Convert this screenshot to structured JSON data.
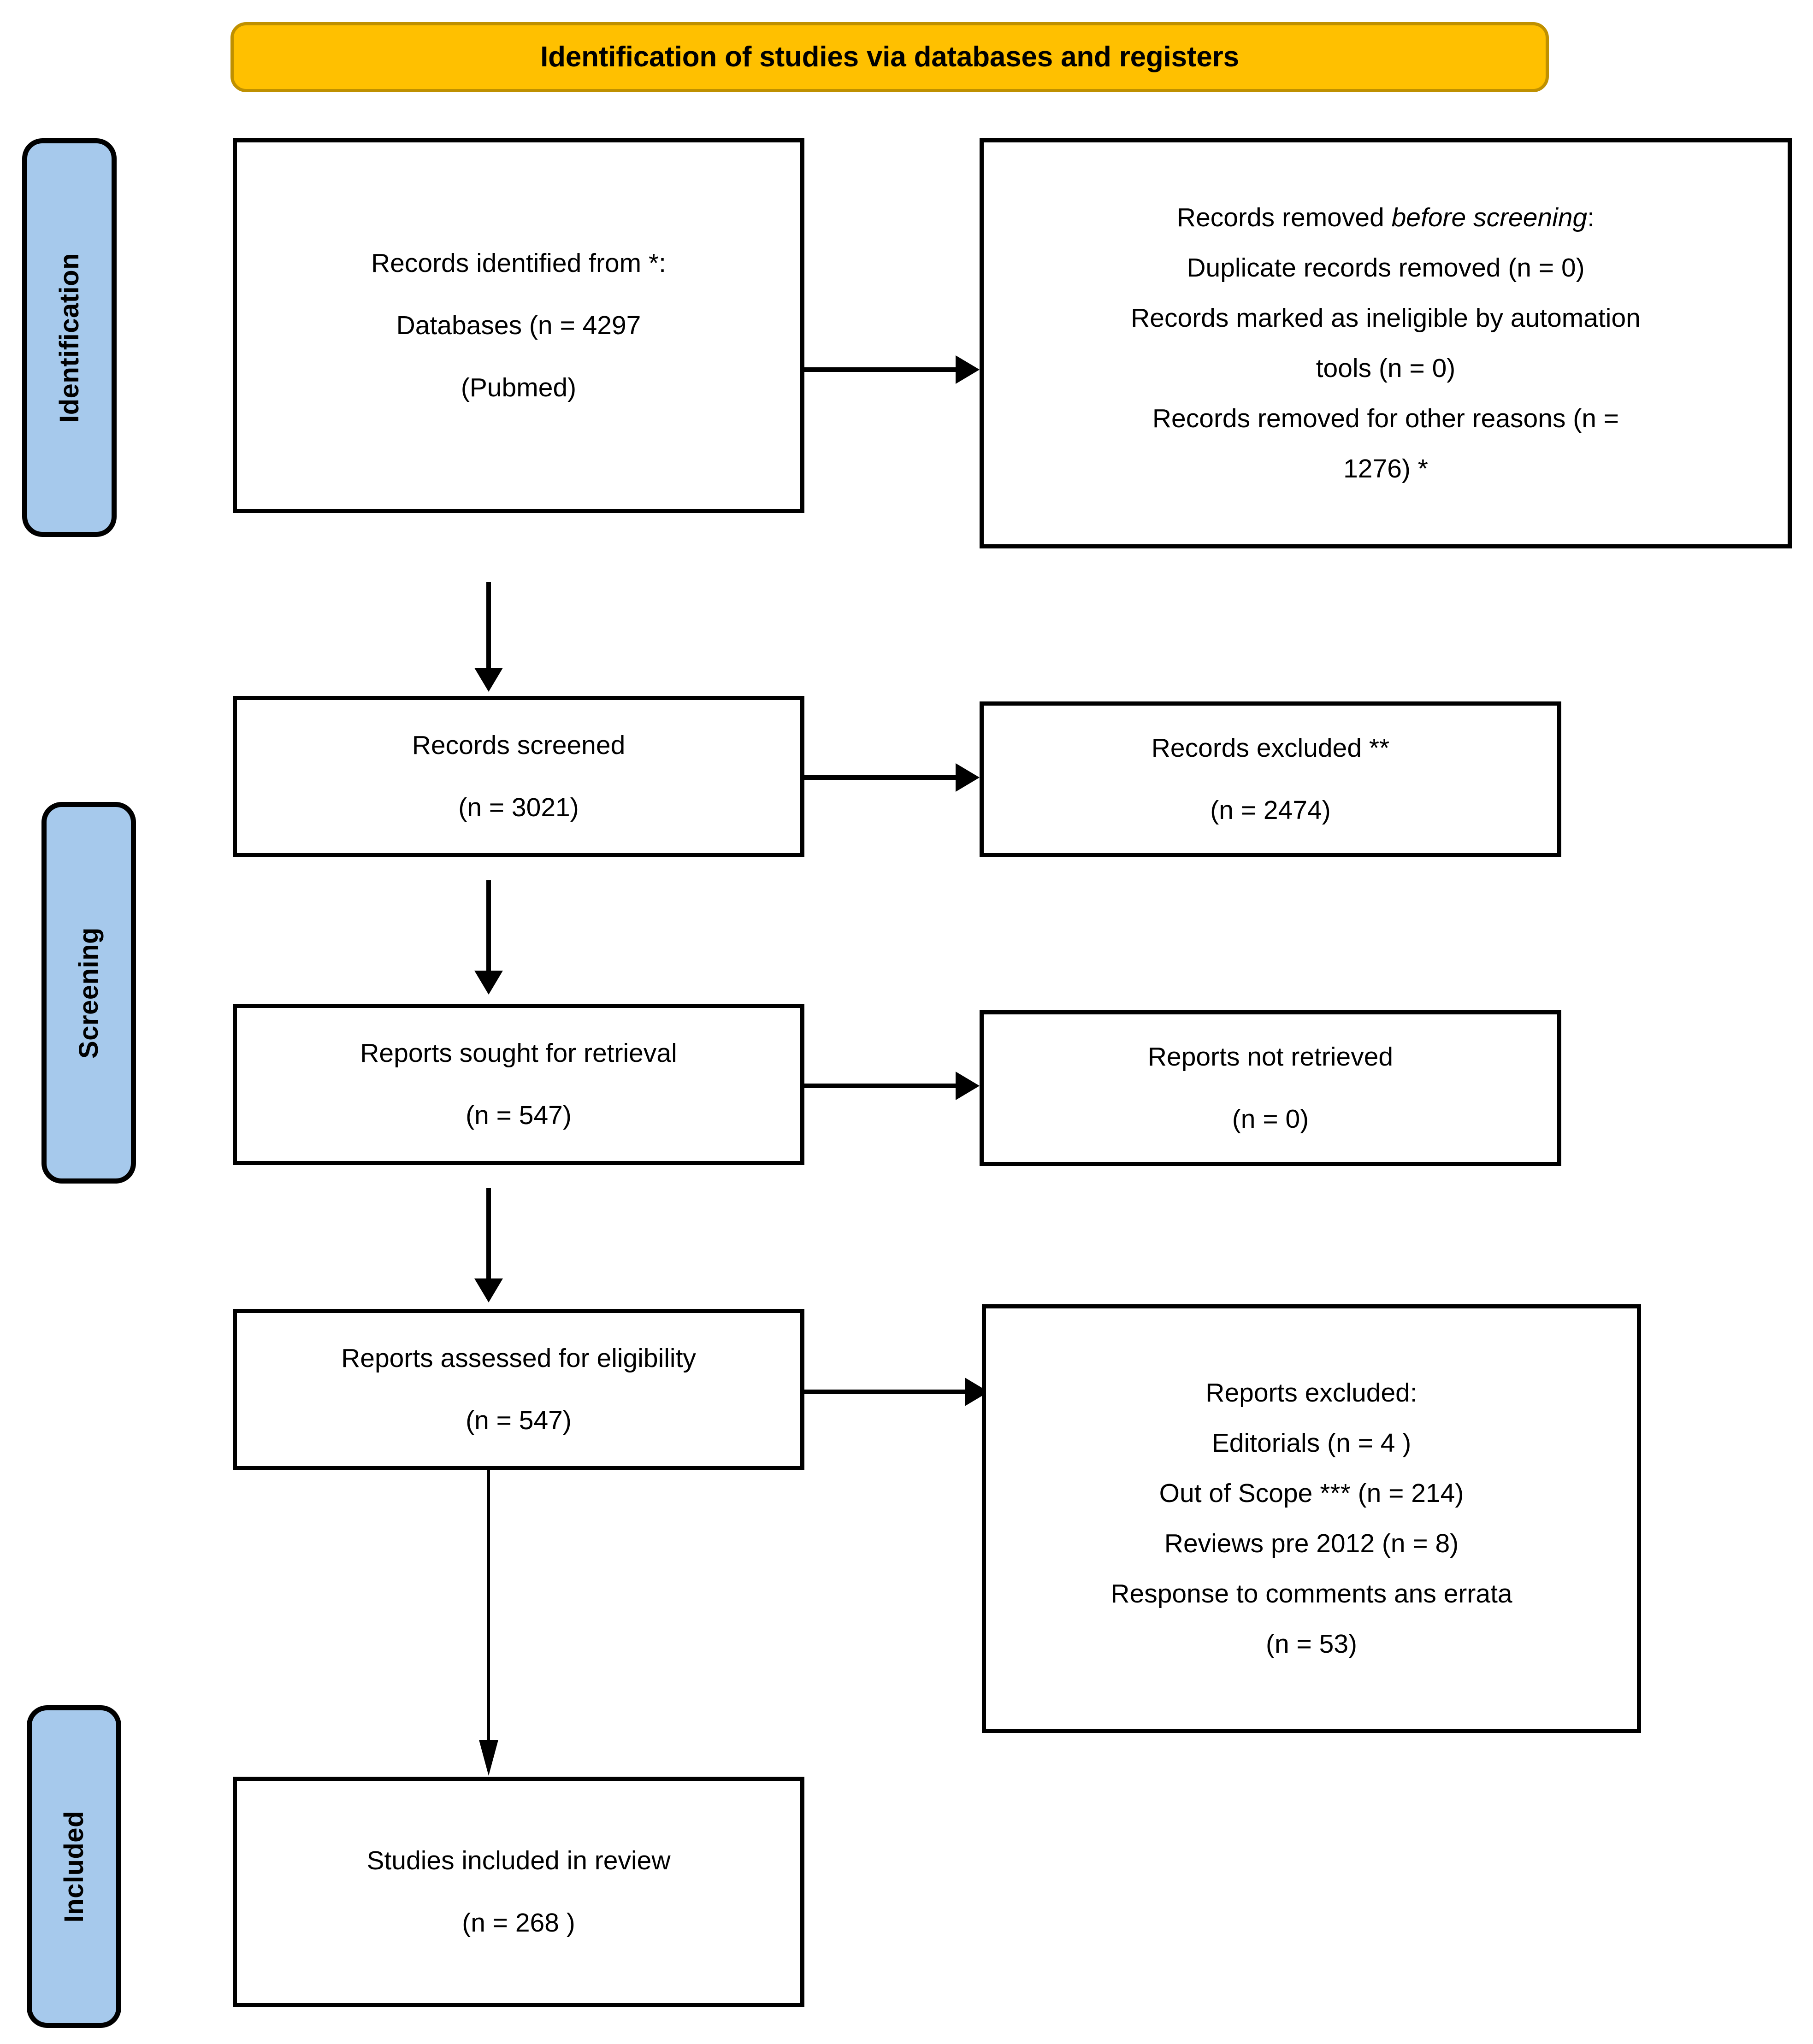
{
  "header": {
    "title": "Identification of studies via databases and registers",
    "fill_color": "#FFC000",
    "border_color": "#BF9000"
  },
  "stage_labels": [
    {
      "name": "identification",
      "label": "Identification",
      "fill_color": "#A6C9EC"
    },
    {
      "name": "screening",
      "label": "Screening",
      "fill_color": "#A6C9EC"
    },
    {
      "name": "included",
      "label": "Included",
      "fill_color": "#A6C9EC"
    }
  ],
  "boxes": {
    "records_identified": {
      "line1": "Records identified from *:",
      "line2": "Databases (n = 4297",
      "line3": "(Pubmed)"
    },
    "records_removed": {
      "line1_prefix": "Records removed ",
      "line1_italic": "before screening",
      "line1_suffix": ":",
      "line2": "Duplicate records removed (n = 0)",
      "line3": "Records marked as ineligible by automation",
      "line4": "tools (n = 0)",
      "line5": "Records removed for other reasons (n =",
      "line6": "1276) *"
    },
    "records_screened": {
      "line1": "Records screened",
      "line2": "(n = 3021)"
    },
    "records_excluded": {
      "line1": "Records excluded **",
      "line2": "(n = 2474)"
    },
    "reports_sought": {
      "line1": "Reports sought for retrieval",
      "line2": "(n = 547)"
    },
    "reports_not_retrieved": {
      "line1": "Reports not retrieved",
      "line2": "(n = 0)"
    },
    "reports_assessed": {
      "line1": "Reports assessed for eligibility",
      "line2": "(n = 547)"
    },
    "reports_excluded": {
      "line1": "Reports excluded:",
      "line2": "Editorials (n = 4 )",
      "line3": "Out of Scope *** (n = 214)",
      "line4": "Reviews pre 2012 (n = 8)",
      "line5": "Response to comments ans errata",
      "line6": "(n = 53)"
    },
    "studies_included": {
      "line1": "Studies included in review",
      "line2": "(n = 268 )"
    }
  }
}
